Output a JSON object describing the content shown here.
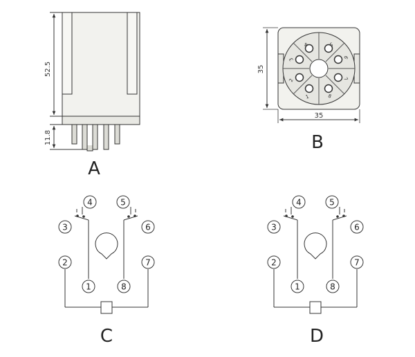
{
  "panels": {
    "a": {
      "label": "A",
      "height_dim": "52.5",
      "pin_dim": "11.8"
    },
    "b": {
      "label": "B",
      "width_dim": "35",
      "height_dim": "35",
      "socket_numbers": [
        "1",
        "2",
        "3",
        "4",
        "5",
        "6",
        "7",
        "8"
      ]
    },
    "c": {
      "label": "C",
      "pins": {
        "p1": "1",
        "p2": "2",
        "p3": "3",
        "p4": "4",
        "p5": "5",
        "p6": "6",
        "p7": "7",
        "p8": "8"
      }
    },
    "d": {
      "label": "D",
      "pins": {
        "p1": "1",
        "p2": "2",
        "p3": "3",
        "p4": "4",
        "p5": "5",
        "p6": "6",
        "p7": "7",
        "p8": "8"
      }
    }
  },
  "colors": {
    "line": "#333333",
    "body": "#f2f2ee",
    "socket": "#e6e6e1",
    "pin": "#dcdcd6"
  }
}
